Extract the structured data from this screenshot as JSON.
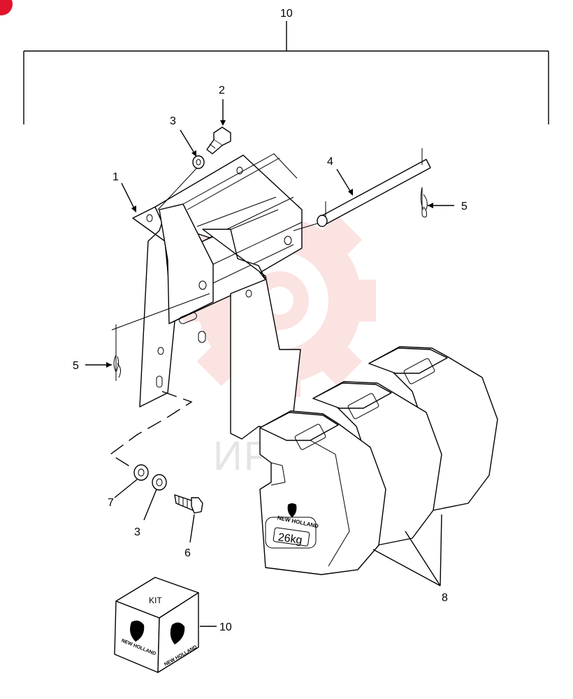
{
  "callouts": {
    "c10_top": "10",
    "c2": "2",
    "c3_top": "3",
    "c1": "1",
    "c4": "4",
    "c5_right": "5",
    "c5_left": "5",
    "c7": "7",
    "c3_bottom": "3",
    "c6": "6",
    "c8": "8",
    "c10_kit": "10"
  },
  "weight": {
    "brand": "NEW HOLLAND",
    "mass_label": "26kg"
  },
  "kit_box": {
    "label": "KIT",
    "brand": "NEW HOLLAND"
  },
  "watermark": {
    "text": "ИРТЕХ",
    "color": "#e8332a",
    "icon": "gear-wrench-logo"
  },
  "colors": {
    "corner_marker": "#e0142c"
  }
}
